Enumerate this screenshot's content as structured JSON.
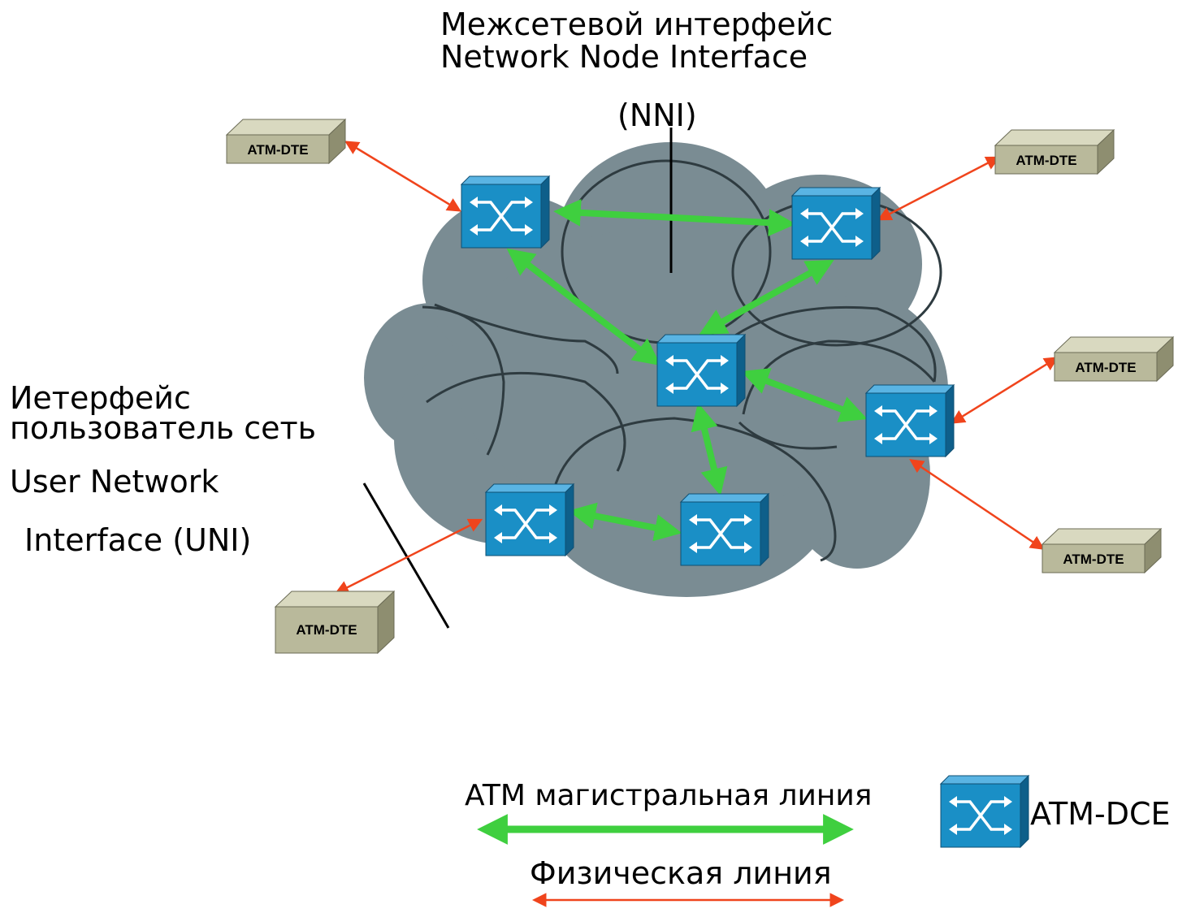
{
  "nni": {
    "title_ru": "Межсетевой интерфейс",
    "title_en": "Network Node Interface",
    "abbr": "(NNI)"
  },
  "uni": {
    "line1": "Иетерфейс",
    "line2": "пользователь сеть",
    "line3": "User Network",
    "line4": "Interface (UNI)"
  },
  "devices": {
    "dte_label": "ATM-DTE",
    "dte_count": 5,
    "dce_count": 6
  },
  "legend": {
    "trunk_label": "ATM магистральная линия",
    "physical_label": "Физическая линия",
    "dce_label": "ATM-DCE"
  },
  "colors": {
    "cloud": "#7a8c93",
    "switch_face": "#1a8fc6",
    "trunk_link": "#3fcf3f",
    "physical_link": "#f0441c",
    "dte_box": "#b9b99b"
  }
}
